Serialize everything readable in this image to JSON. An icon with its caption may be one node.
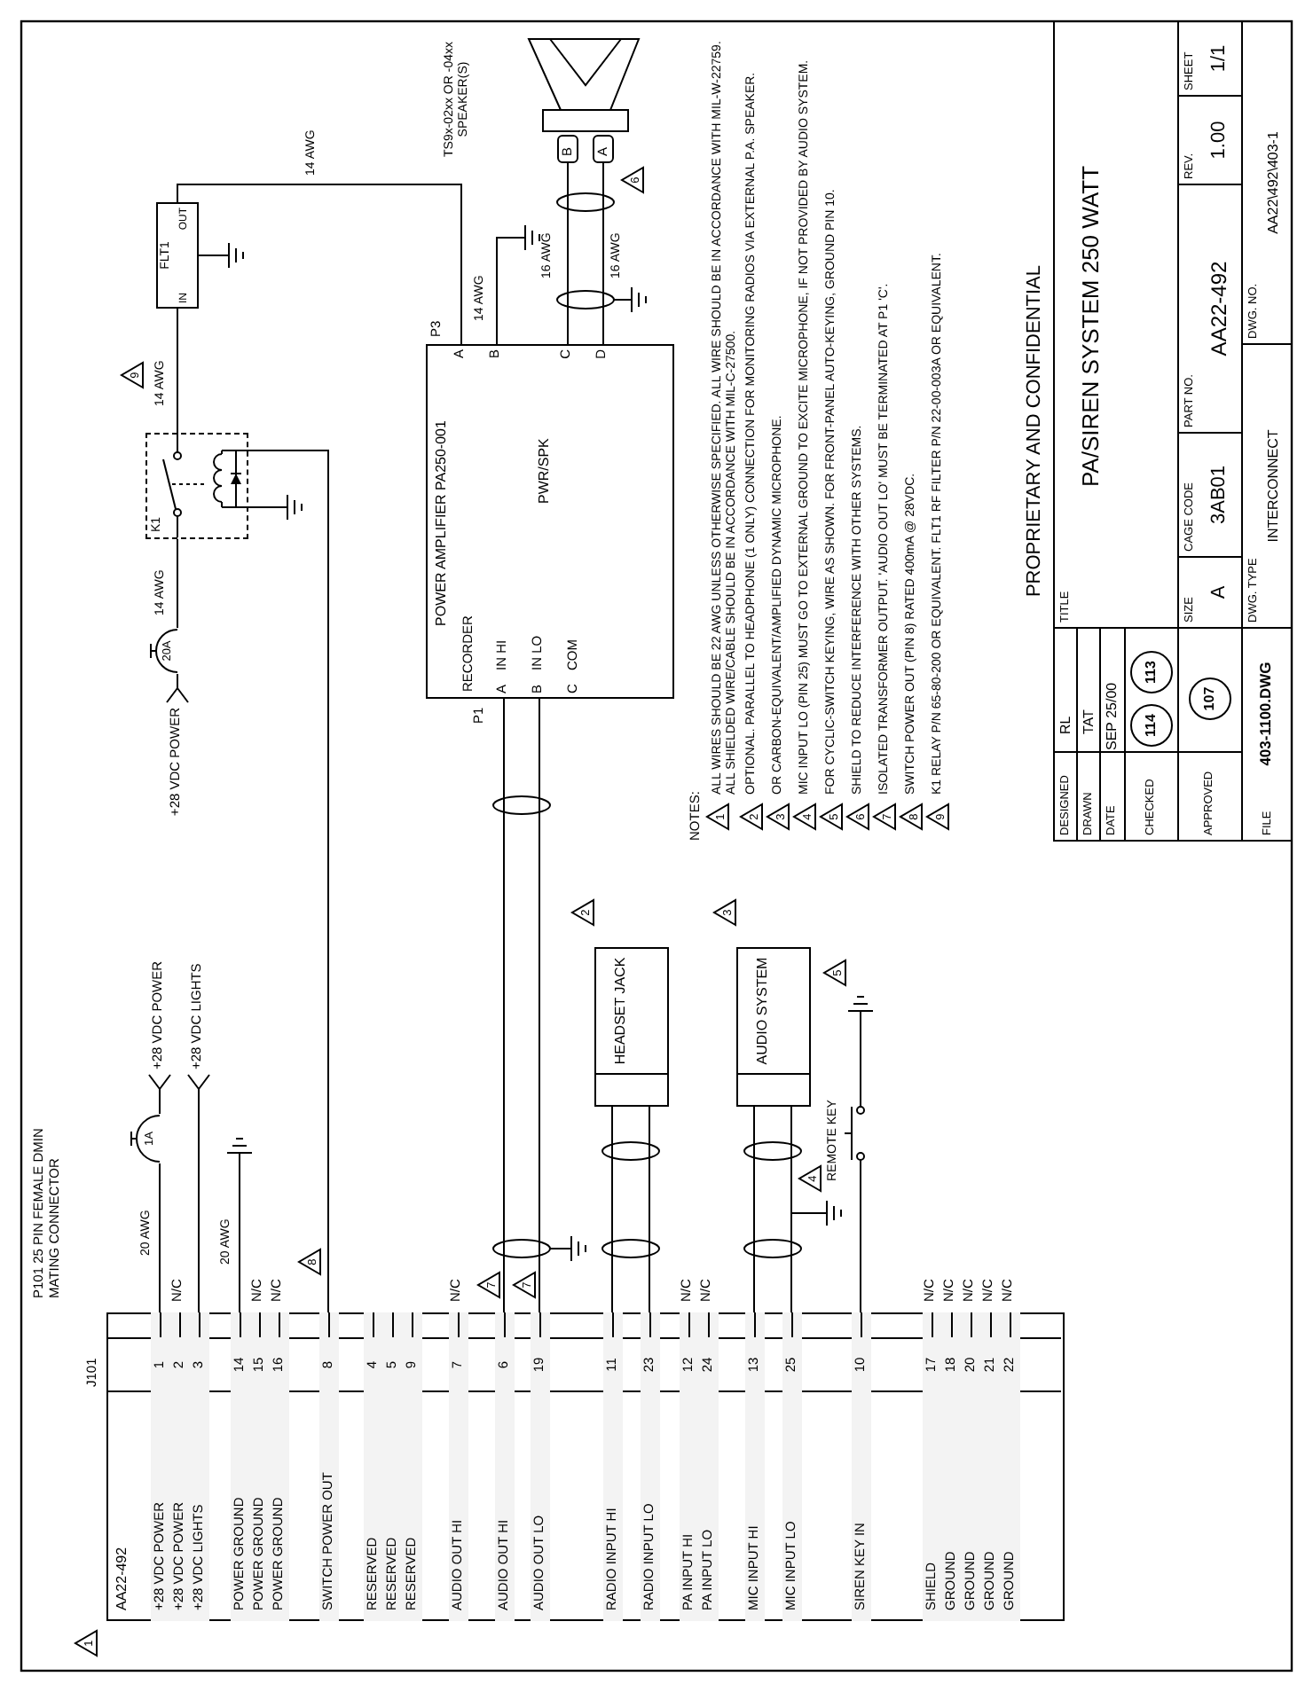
{
  "diagram": {
    "nodes": [
      {
        "text": [
          "AA22-492"
        ]
      },
      {
        "text": [
          "+28 VDC POWER",
          "1"
        ],
        "in": 0
      },
      {
        "text": [
          "+28 VDC POWER",
          "2"
        ],
        "in": 0
      },
      {
        "text": [
          "+28 VDC LIGHTS",
          "3"
        ],
        "in": 0
      },
      {
        "text": [
          "POWER GROUND",
          "14"
        ],
        "in": 0
      },
      {
        "text": [
          "POWER GROUND",
          "15"
        ],
        "in": 0
      },
      {
        "text": [
          "POWER GROUND",
          "16"
        ],
        "in": 0
      },
      {
        "text": [
          "SWITCH POWER OUT",
          "8"
        ],
        "in": 0
      },
      {
        "text": [
          "RESERVED",
          "4"
        ],
        "in": 0
      },
      {
        "text": [
          "RESERVED",
          "5"
        ],
        "in": 0
      },
      {
        "text": [
          "RESERVED",
          "9"
        ],
        "in": 0
      },
      {
        "text": [
          "AUDIO OUT HI",
          "7"
        ],
        "in": 0
      },
      {
        "text": [
          "AUDIO OUT HI",
          "6"
        ],
        "in": 0
      },
      {
        "text": [
          "AUDIO OUT LO",
          "19"
        ],
        "in": 0
      },
      {
        "text": [
          "RADIO INPUT HI",
          "11"
        ],
        "in": 0
      },
      {
        "text": [
          "RADIO INPUT LO",
          "23"
        ],
        "in": 0
      },
      {
        "text": [
          "PA INPUT HI",
          "12"
        ],
        "in": 0
      },
      {
        "text": [
          "PA INPUT LO",
          "24"
        ],
        "in": 0
      },
      {
        "text": [
          "MIC INPUT HI",
          "13"
        ],
        "in": 0
      },
      {
        "text": [
          "MIC INPUT LO",
          "25"
        ],
        "in": 0
      },
      {
        "text": [
          "SIREN KEY IN",
          "10"
        ],
        "in": 0
      },
      {
        "text": [
          "SHIELD",
          "17"
        ],
        "in": 0
      },
      {
        "text": [
          "GROUND",
          "18"
        ],
        "in": 0
      },
      {
        "text": [
          "GROUND",
          "20"
        ],
        "in": 0
      },
      {
        "text": [
          "GROUND",
          "21"
        ],
        "in": 0
      },
      {
        "text": [
          "GROUND",
          "22"
        ],
        "in": 0
      },
      {
        "text": [
          "1A"
        ]
      },
      {
        "text": [
          "+28 VDC POWER"
        ]
      },
      {
        "text": [
          "+28 VDC LIGHTS"
        ]
      },
      {
        "text": [],
        "shape": "ground"
      },
      {
        "text": [
          "HEADSET JACK"
        ]
      },
      {
        "text": [
          "AUDIO SYSTEM"
        ]
      },
      {
        "text": [],
        "shape": "ground"
      },
      {
        "text": [
          "REMOTE KEY"
        ]
      },
      {
        "text": [],
        "shape": "ground"
      },
      {
        "text": [
          "POWER AMPLIFIER PA250-001",
          "PWR/SPK",
          "RECORDER"
        ]
      },
      {
        "text": [
          "A",
          "IN HI"
        ],
        "in": 35
      },
      {
        "text": [
          "B",
          "IN LO"
        ],
        "in": 35
      },
      {
        "text": [
          "C",
          "COM"
        ],
        "in": 35
      },
      {
        "text": [
          "A"
        ],
        "in": 35
      },
      {
        "text": [
          "B"
        ],
        "in": 35
      },
      {
        "text": [
          "C"
        ],
        "in": 35
      },
      {
        "text": [
          "D"
        ],
        "in": 35
      },
      {
        "text": [
          "+28 VDC POWER"
        ]
      },
      {
        "text": [
          "20A"
        ]
      },
      {
        "text": [
          "K1"
        ]
      },
      {
        "text": [],
        "shape": "ground"
      },
      {
        "text": [
          "FLT1",
          "IN",
          "OUT"
        ]
      },
      {
        "text": [],
        "shape": "ground"
      },
      {
        "text": [],
        "shape": "ground"
      },
      {
        "text": [
          "TS9x-02xx OR -04xx SPEAKER(S)"
        ]
      },
      {
        "text": [
          "B"
        ]
      },
      {
        "text": [
          "A"
        ]
      }
    ],
    "edges": [
      {
        "from": 1,
        "to": 26,
        "arrow": "none",
        "label": "20 AWG"
      },
      {
        "from": 26,
        "to": 27,
        "arrow": "other"
      },
      {
        "from": 3,
        "to": 28,
        "arrow": "other"
      },
      {
        "from": 4,
        "to": 29,
        "arrow": "none",
        "label": "20 AWG"
      },
      {
        "from": 7,
        "to": 45,
        "arrow": "none"
      },
      {
        "from": 12,
        "to": 36,
        "arrow": "none"
      },
      {
        "from": 13,
        "to": 37,
        "arrow": "none"
      },
      {
        "from": 14,
        "to": 30,
        "arrow": "none"
      },
      {
        "from": 15,
        "to": 30,
        "arrow": "none"
      },
      {
        "from": 18,
        "to": 31,
        "arrow": "none"
      },
      {
        "from": 19,
        "to": 31,
        "arrow": "none"
      },
      {
        "from": 19,
        "to": 32,
        "arrow": "none"
      },
      {
        "from": 20,
        "to": 33,
        "arrow": "none"
      },
      {
        "from": 33,
        "to": 34,
        "arrow": "none"
      },
      {
        "from": 44,
        "to": 43,
        "arrow": "other"
      },
      {
        "from": 44,
        "to": 45,
        "arrow": "none",
        "label": "14 AWG"
      },
      {
        "from": 45,
        "to": 46,
        "arrow": "none"
      },
      {
        "from": 45,
        "to": 47,
        "arrow": "none",
        "label": "14 AWG"
      },
      {
        "from": 47,
        "to": 48,
        "arrow": "none"
      },
      {
        "from": 47,
        "to": 39,
        "arrow": "none",
        "label": "14 AWG"
      },
      {
        "from": 40,
        "to": 49,
        "arrow": "none",
        "label": "14 AWG"
      },
      {
        "from": 41,
        "to": 51,
        "arrow": "none",
        "label": "16 AWG"
      },
      {
        "from": 42,
        "to": 52,
        "arrow": "none",
        "label": "16 AWG"
      }
    ],
    "labels": [
      "1",
      "J101",
      "P101 25 PIN FEMALE DMIN MATING CONNECTOR",
      "N/C",
      "N/C",
      "N/C",
      "N/C",
      "N/C",
      "N/C",
      "N/C",
      "N/C",
      "N/C",
      "N/C",
      "N/C",
      "8",
      "7",
      "7",
      "2",
      "3",
      "4",
      "5",
      "P1",
      "9",
      "P3",
      "6",
      "NOTES:",
      "1",
      "ALL WIRES SHOULD BE 22 AWG UNLESS OTHERWISE SPECIFIED. ALL WIRE SHOULD BE IN ACCORDANCE WITH MIL-W-22759. ALL SHIELDED WIRE/CABLE SHOULD BE IN ACCORDANCE WITH MIL-C-27500.",
      "2",
      "OPTIONAL. PARALLEL TO HEADPHONE (1 ONLY) CONNECTION FOR MONITORING RADIOS VIA EXTERNAL P.A. SPEAKER.",
      "3",
      "OR CARBON-EQUIVALENT/AMPLIFIED DYNAMIC MICROPHONE.",
      "4",
      "MIC INPUT LO (PIN 25) MUST GO TO EXTERNAL GROUND TO EXCITE MICROPHONE, IF NOT PROVIDED BY AUDIO SYSTEM.",
      "5",
      "FOR CYCLIC-SWITCH KEYING, WIRE AS SHOWN. FOR FRONT-PANEL AUTO-KEYING, GROUND PIN 10.",
      "6",
      "SHIELD TO REDUCE INTERFERENCE WITH OTHER SYSTEMS.",
      "7",
      "ISOLATED TRANSFORMER OUTPUT. 'AUDIO OUT LO' MUST BE TERMINATED AT P1 'C'.",
      "8",
      "SWITCH POWER OUT (PIN 8) RATED 400mA @ 28VDC.",
      "9",
      "K1 RELAY P/N 65-80-200 OR EQUIVALENT. FLT1 RF FILTER P/N 22-00-003A OR EQUIVALENT.",
      "PROPRIETARY AND CONFIDENTIAL",
      "DESIGNED",
      "RL",
      "DRAWN",
      "TAT",
      "DATE",
      "SEP 25/00",
      "CHECKED",
      "114",
      "113",
      "APPROVED",
      "107",
      "TITLE",
      "PA/SIREN SYSTEM 250 WATT",
      "SIZE",
      "A",
      "CAGE CODE",
      "3AB01",
      "PART NO.",
      "AA22-492",
      "REV.",
      "1.00",
      "SHEET",
      "1/1",
      "FILE",
      "403-1100.DWG",
      "DWG. TYPE",
      "INTERCONNECT",
      "DWG. NO.",
      "AA22\\492\\403-1"
    ]
  }
}
